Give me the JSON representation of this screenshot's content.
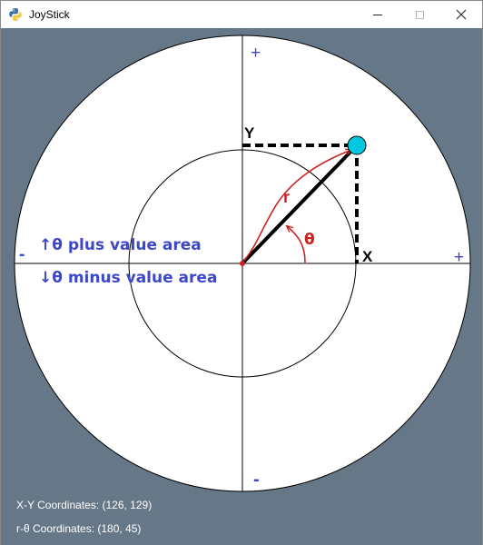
{
  "window": {
    "title": "JoyStick",
    "icon": "python-icon"
  },
  "joystick": {
    "plus_top": "+",
    "minus_bottom": "-",
    "plus_right": "+",
    "minus_left": "-",
    "axis_y_label": "Y",
    "axis_x_label": "X",
    "radius_label": "r",
    "angle_label": "θ",
    "plus_area_label": "↑θ plus value area",
    "minus_area_label": "↓θ minus value area",
    "knob_color": "#00c8e0",
    "annotation_color": "#cc2222",
    "area_label_color": "#3d47c8",
    "background_color": "#667788"
  },
  "status": {
    "xy_text": "X-Y Coordinates: (126, 129)",
    "rt_text": "r-θ Coordinates: (180, 45)"
  }
}
